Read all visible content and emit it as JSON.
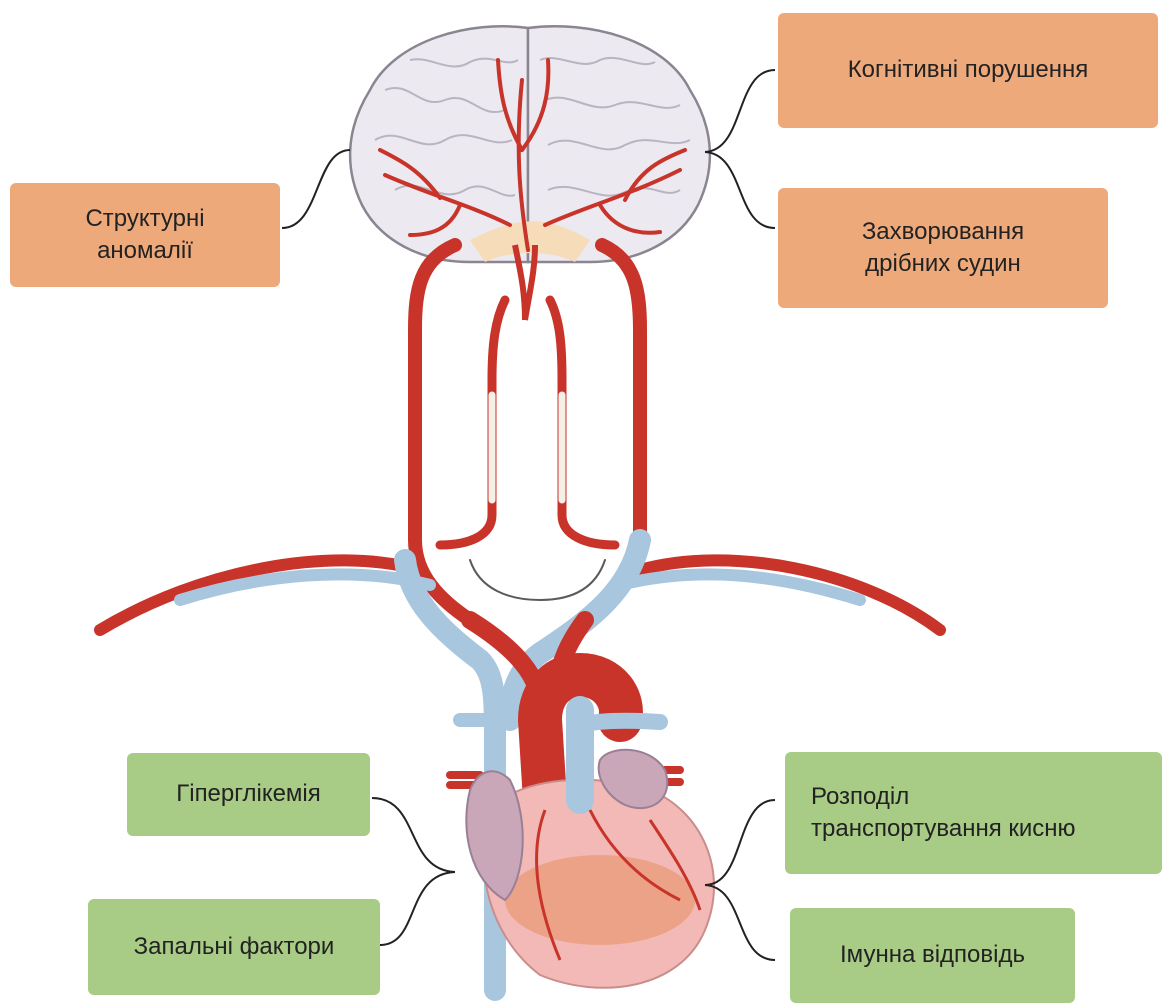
{
  "labels": {
    "cognitive": "Когнітивні порушення",
    "structural": "Структурні\nаномалії",
    "small_vessel": "Захворювання\nдрібних судин",
    "hyperglycemia": "Гіперглікемія",
    "inflammatory": "Запальні фактори",
    "oxygen": "Розподіл\nтранспортування кисню",
    "immune": "Імунна відповідь"
  },
  "colors": {
    "brain_factors": "#eea97b",
    "heart_factors": "#a8cb85",
    "artery": "#c8332a",
    "vein": "#a9c6df",
    "brain": "#ecebef",
    "heart": "#f2b9b6"
  }
}
